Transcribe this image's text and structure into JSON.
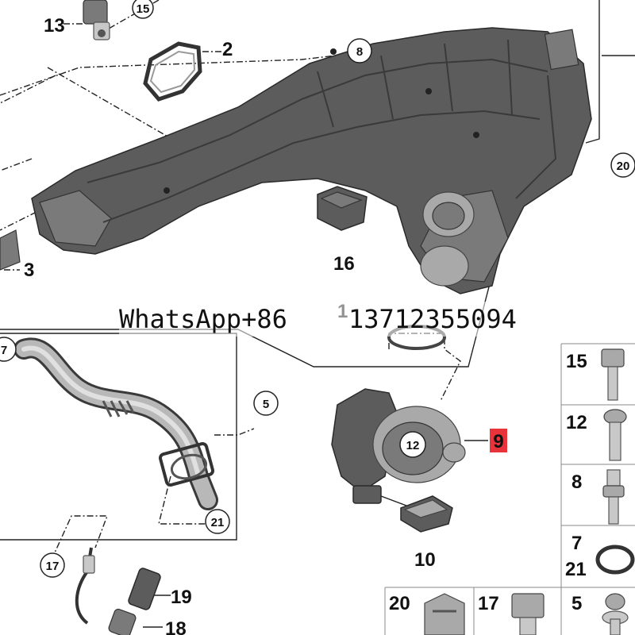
{
  "callouts": {
    "c13": "13",
    "c15_top": "15",
    "c2": "2",
    "c8": "8",
    "c20_right": "20",
    "c16": "16",
    "c3": "3",
    "c7_left": "7",
    "c5": "5",
    "c21_left": "21",
    "c12_circle": "12",
    "c9": "9",
    "c10": "10",
    "c17_circle": "17",
    "c19": "19",
    "c18": "18",
    "c11": "1"
  },
  "side_panel": {
    "r15": "15",
    "r12": "12",
    "r8": "8",
    "r7": "7",
    "r21": "21",
    "b20": "20",
    "b17": "17",
    "b5": "5"
  },
  "highlight_color": "#e8333a",
  "watermark": "WhatsApp+86    13712355094"
}
